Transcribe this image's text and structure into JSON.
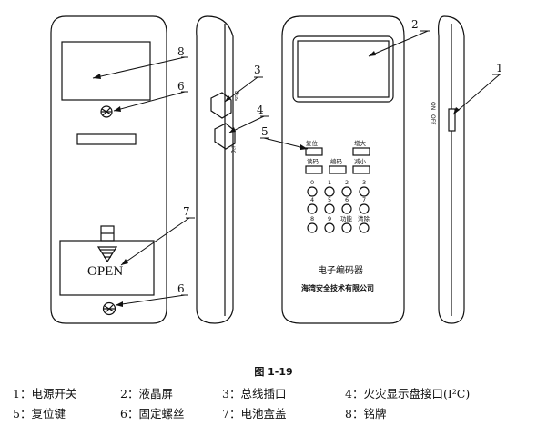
{
  "figure": {
    "callouts": [
      "1",
      "2",
      "3",
      "4",
      "5",
      "6",
      "6",
      "7",
      "8"
    ],
    "back_view": {
      "cover_text": "OPEN"
    },
    "side_view_left": {
      "port_bus_label": "Bus",
      "port_i2c_label": "I²C"
    },
    "front_view": {
      "product_name": "电子编码器",
      "company": "海湾安全技术有限公司",
      "keys": {
        "reset": "复位",
        "increase": "增大",
        "read": "读码",
        "encode": "编码",
        "decrease": "减小",
        "num0": "0",
        "num1": "1",
        "num2": "2",
        "num3": "3",
        "num4": "4",
        "num5": "5",
        "num6": "6",
        "num7": "7",
        "num8": "8",
        "num9": "9",
        "function": "功能",
        "clear": "清除"
      }
    },
    "side_view_right": {
      "switch_on": "ON",
      "switch_off": "OFF"
    }
  },
  "caption": "图 1-19",
  "legend": [
    [
      "1：电源开关",
      "2：液晶屏",
      "3：总线插口",
      "4：火灾显示盘接口(I²C)"
    ],
    [
      "5：复位键",
      "6：固定螺丝",
      "7：电池盒盖",
      "8：铭牌"
    ]
  ]
}
